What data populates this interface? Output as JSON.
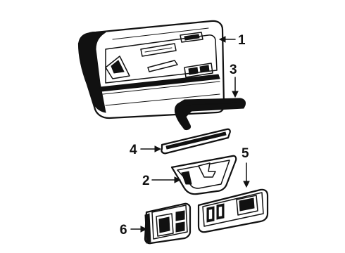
{
  "callouts": {
    "c1": "1",
    "c2": "2",
    "c3": "3",
    "c4": "4",
    "c5": "5",
    "c6": "6"
  },
  "parts": [
    {
      "callout": "1",
      "icon": "door-trim-panel-icon"
    },
    {
      "callout": "2",
      "icon": "pull-cup-bezel-icon"
    },
    {
      "callout": "3",
      "icon": "armrest-pad-icon"
    },
    {
      "callout": "4",
      "icon": "trim-molding-strip-icon"
    },
    {
      "callout": "5",
      "icon": "switch-plate-bezel-icon"
    },
    {
      "callout": "6",
      "icon": "control-switch-bezel-icon"
    }
  ],
  "colors": {
    "line": "#111111",
    "background": "#ffffff"
  }
}
